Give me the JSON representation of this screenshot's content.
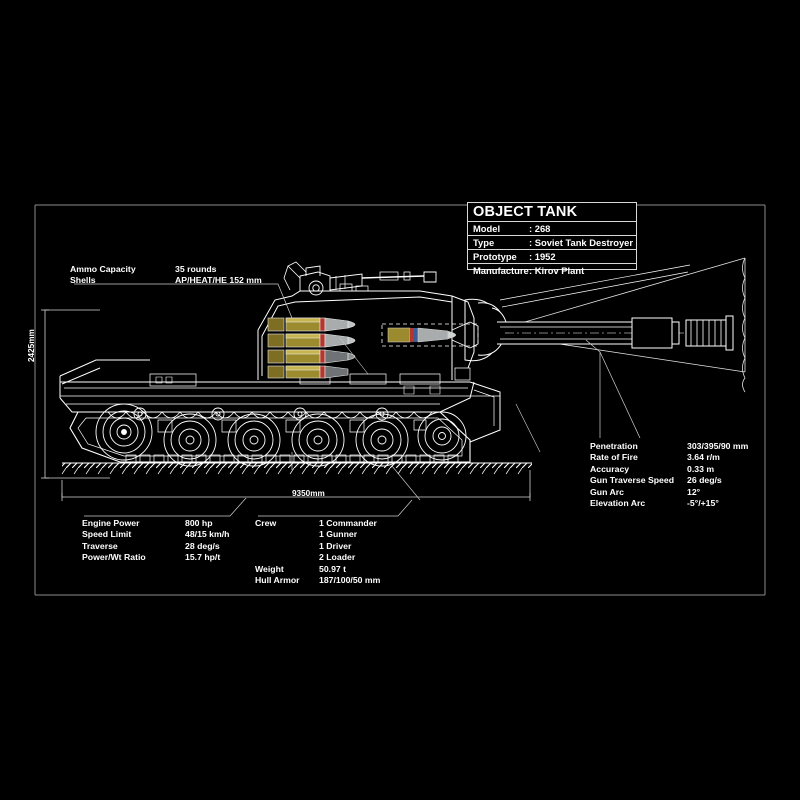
{
  "document": {
    "kind": "technical-blueprint",
    "background_color": "#000000",
    "line_color": "#ffffff",
    "frame_color": "#9a9a9a"
  },
  "title_block": {
    "heading": "OBJECT TANK",
    "rows": [
      {
        "label": "Model",
        "value": ": 268"
      },
      {
        "label": "Type",
        "value": ": Soviet Tank Destroyer"
      },
      {
        "label": "Prototype",
        "value": ": 1952"
      },
      {
        "label": "Manufacture",
        "value": ": Kirov Plant"
      }
    ]
  },
  "ammo_block": {
    "rows": [
      {
        "label": "Ammo Capacity",
        "value": "35 rounds"
      },
      {
        "label": "Shells",
        "value": "AP/HEAT/HE  152 mm"
      }
    ]
  },
  "gun_block": {
    "rows": [
      {
        "label": "Penetration",
        "value": "303/395/90 mm"
      },
      {
        "label": "Rate of Fire",
        "value": "3.64 r/m"
      },
      {
        "label": "Accuracy",
        "value": "0.33 m"
      },
      {
        "label": "Gun Traverse Speed",
        "value": "26 deg/s"
      },
      {
        "label": "Gun Arc",
        "value": "12°"
      },
      {
        "label": "Elevation Arc",
        "value": "-5°/+15°"
      }
    ]
  },
  "engine_block": {
    "rows": [
      {
        "label": "Engine Power",
        "value": "800 hp"
      },
      {
        "label": "Speed Limit",
        "value": "48/15 km/h"
      },
      {
        "label": "Traverse",
        "value": "28 deg/s"
      },
      {
        "label": "Power/Wt Ratio",
        "value": "15.7 hp/t"
      }
    ]
  },
  "crew_block": {
    "rows": [
      {
        "label": "Crew",
        "value": "1 Commander"
      },
      {
        "label": "",
        "value": "1 Gunner"
      },
      {
        "label": "",
        "value": "1 Driver"
      },
      {
        "label": "",
        "value": "2 Loader"
      },
      {
        "label": "Weight",
        "value": "50.97 t"
      },
      {
        "label": "Hull Armor",
        "value": "187/100/50 mm"
      }
    ]
  },
  "dimensions": {
    "height_label": "2425mm",
    "length_label": "9350mm"
  },
  "shells": {
    "case_color": "#b8a13c",
    "case_color_dark": "#6e5f1c",
    "tip_color": "#b9bcbd",
    "band_color": "#c0392b",
    "band_color_2": "#3b5e9b"
  }
}
